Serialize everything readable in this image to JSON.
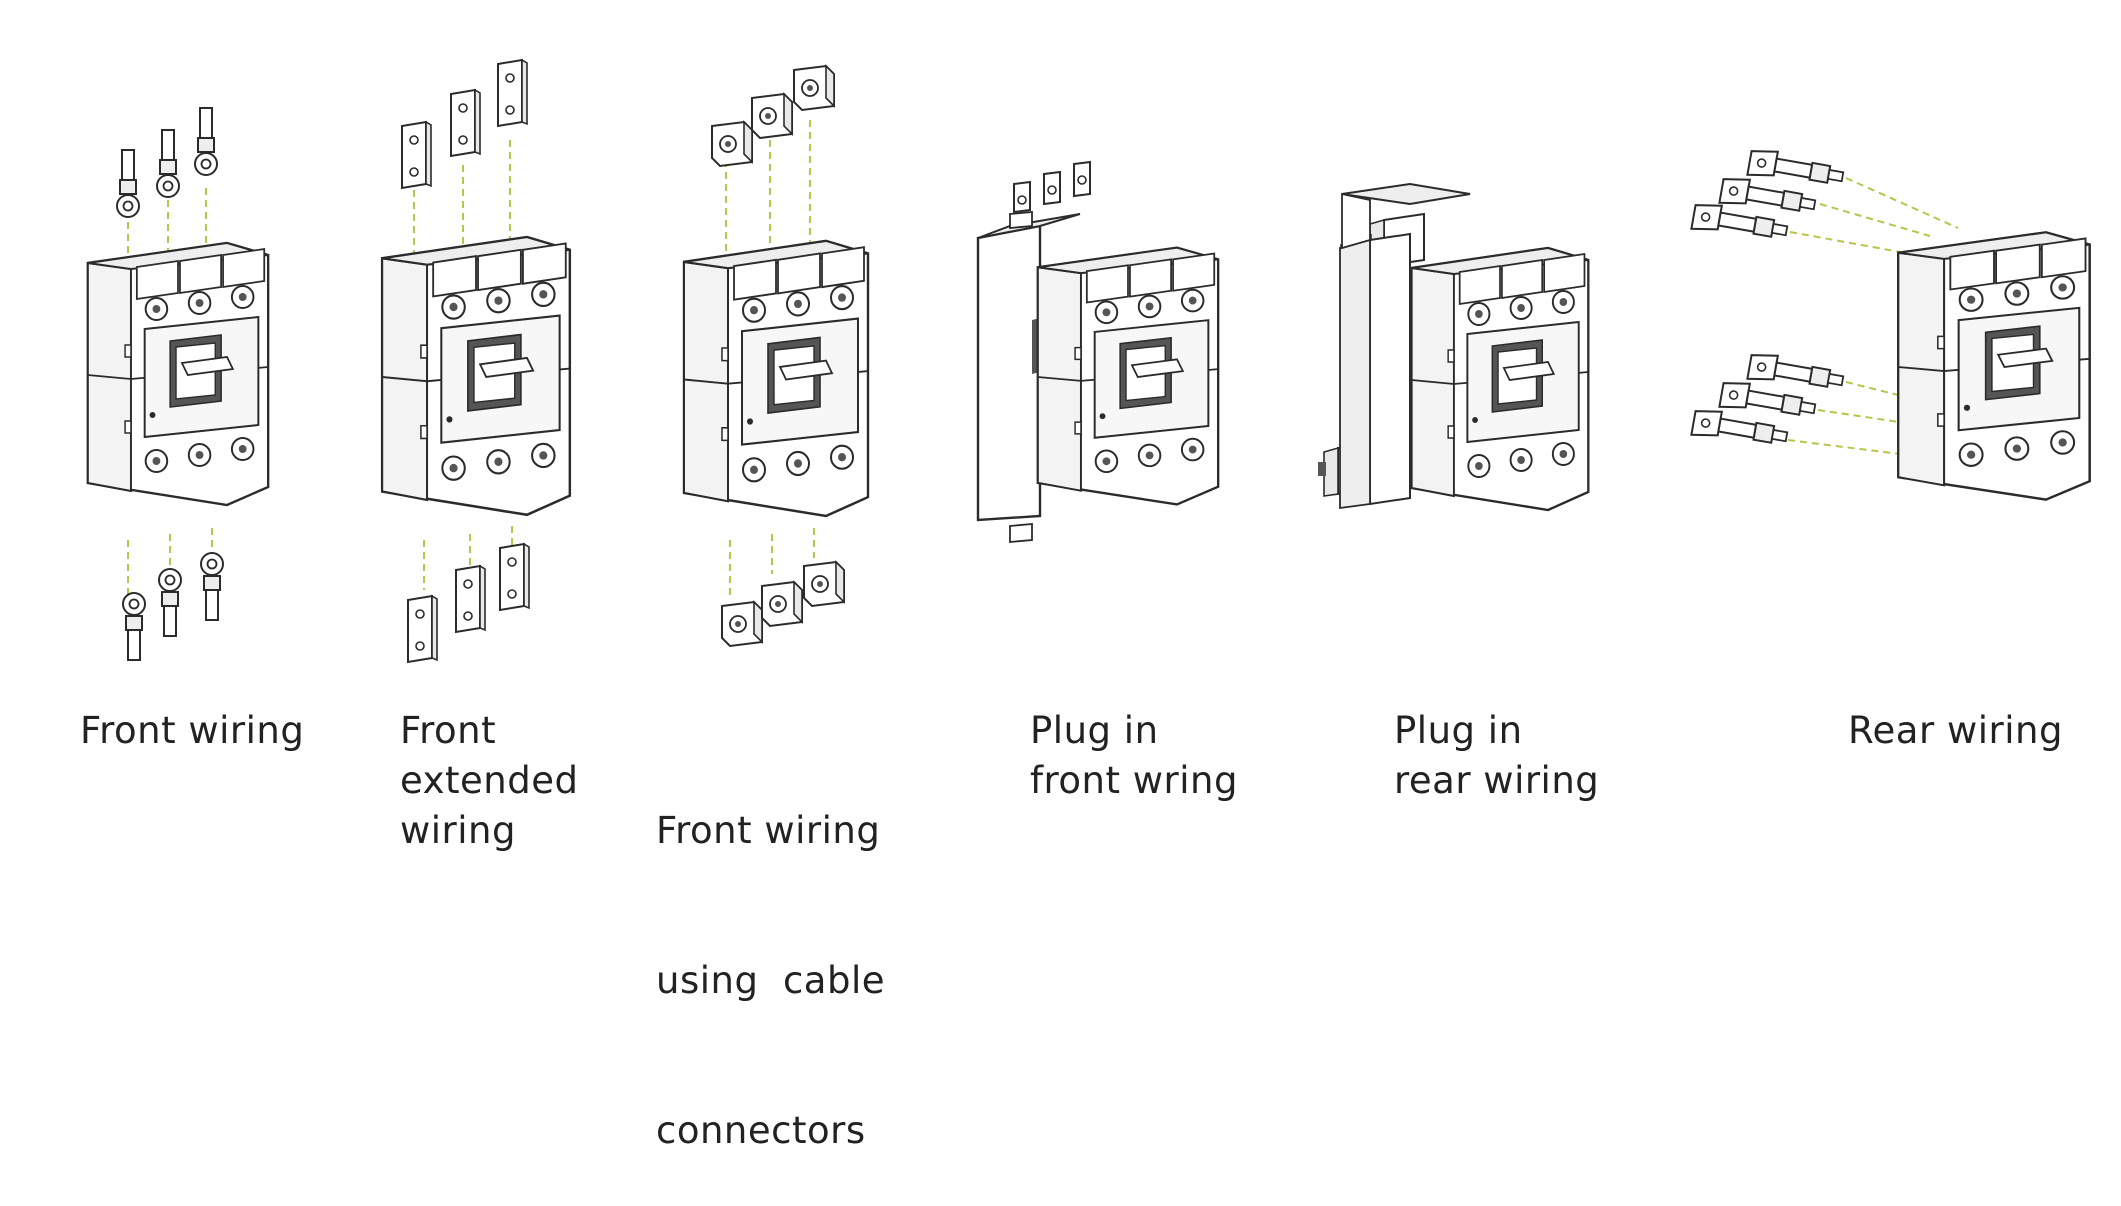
{
  "figure": {
    "colors": {
      "outline": "#2b2b2b",
      "body_fill": "#ffffff",
      "shade": "#e9e9e9",
      "dark_shade": "#555555",
      "guide_line": "#b8c44a",
      "caption_text": "#222222"
    },
    "panels": [
      {
        "id": "front-wiring",
        "accessory": "ring-terminal",
        "caption": [
          "Front wiring"
        ]
      },
      {
        "id": "front-extended-wiring",
        "accessory": "extension-bar",
        "caption": [
          "Front",
          "extended",
          "wiring"
        ]
      },
      {
        "id": "front-wiring-cable-connectors",
        "accessory": "cable-connector",
        "caption": [
          "Front wiring",
          "using  cable",
          "connectors"
        ]
      },
      {
        "id": "plug-in-front-wiring",
        "accessory": "plug-in-base",
        "caption": [
          "Plug in",
          "front wring"
        ]
      },
      {
        "id": "plug-in-rear-wiring",
        "accessory": "plug-in-rear-base",
        "caption": [
          "Plug in",
          "rear wiring"
        ]
      },
      {
        "id": "rear-wiring",
        "accessory": "rear-stud",
        "caption": [
          "Rear wiring"
        ]
      }
    ]
  }
}
